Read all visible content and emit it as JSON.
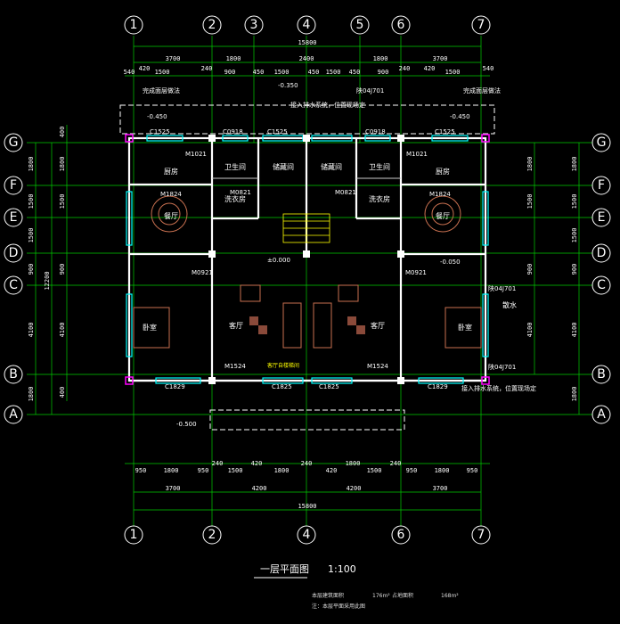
{
  "axes": {
    "top": [
      "1",
      "2",
      "3",
      "4",
      "5",
      "6",
      "7"
    ],
    "bottom": [
      "1",
      "2",
      "4",
      "6",
      "7"
    ],
    "left": [
      "G",
      "F",
      "E",
      "D",
      "C",
      "B",
      "A"
    ],
    "right": [
      "G",
      "F",
      "E",
      "D",
      "C",
      "B",
      "A"
    ]
  },
  "top_dims": {
    "overall": "15800",
    "row2": [
      "3700",
      "1800",
      "2400",
      "1800",
      "3700"
    ],
    "row3": [
      "540",
      "420",
      "1500",
      "240",
      "900",
      "450",
      "1500",
      "450",
      "1500",
      "450",
      "900",
      "240",
      "420",
      "1500",
      "540"
    ]
  },
  "bottom_dims": {
    "row1": [
      "950",
      "1800",
      "950",
      "240",
      "1500",
      "420",
      "1800",
      "240",
      "420",
      "1800",
      "1500",
      "240",
      "950",
      "1800",
      "950"
    ],
    "row2": [
      "3700",
      "4200",
      "4200",
      "3700"
    ],
    "overall": "15800"
  },
  "left_dims": {
    "outer": [
      "1800",
      "1500",
      "1500",
      "900",
      "4100",
      "1800"
    ],
    "total": "12200",
    "inner": [
      "400",
      "1800",
      "1500",
      "900",
      "4100",
      "400"
    ]
  },
  "right_dims": {
    "outer": [
      "1800",
      "1500",
      "1500",
      "900",
      "4100",
      "1800"
    ],
    "inner": [
      "1800",
      "1500",
      "900",
      "4100"
    ]
  },
  "rooms": {
    "kitchen": "厨房",
    "dining": "餐厅",
    "bathroom": "卫生间",
    "storage": "储藏间",
    "bedroom": "卧室",
    "living": "客厅",
    "laundry": "洗衣房",
    "scatter_water": "散水"
  },
  "labels": {
    "c1525": "C1525",
    "c0918": "C0918",
    "m1021": "M1021",
    "m1824": "M1824",
    "c1825": "C1825",
    "m0821": "M0821",
    "m0921": "M0921",
    "m1524": "M1524",
    "c1829": "C1829",
    "c1825b": "C1825",
    "level_0": "±0.000",
    "level_m0350": "-0.350",
    "level_m0450": "-0.450",
    "level_m0500": "-0.500",
    "level_m0050": "-0.050",
    "drain_note": "接入排水系统，位置现场定",
    "ref_04j701": "陕04J701",
    "solar": "完成面层做法",
    "stair": "客厅自楼梯间"
  },
  "title": {
    "name": "一层平面图",
    "scale": "1:100",
    "note1": "本层建筑面积",
    "area1": "176m²",
    "note1b": "占地面积",
    "area2": "168m²",
    "note2": "注：本层平面采用此图"
  }
}
